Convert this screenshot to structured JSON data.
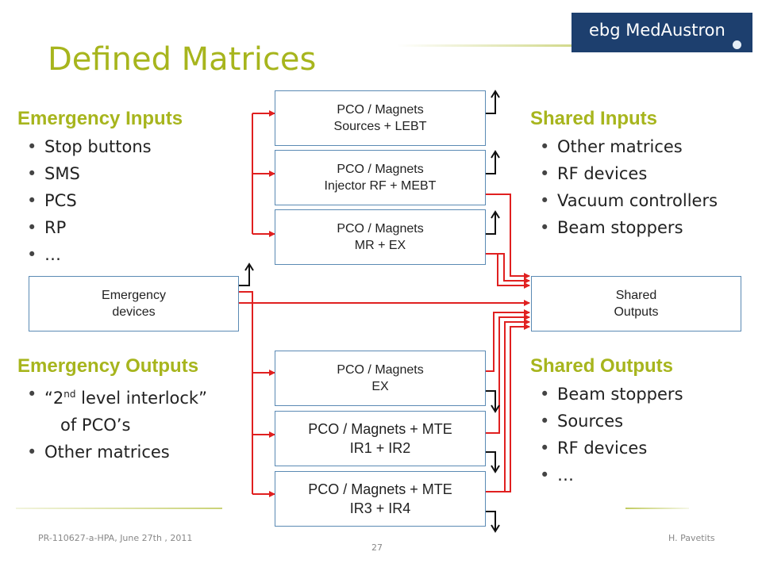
{
  "slide": {
    "title": "Defined Matrices",
    "logo_text": "ebg MedAustron"
  },
  "emergency_inputs": {
    "heading": "Emergency Inputs",
    "items": [
      "Stop buttons",
      "SMS",
      "PCS",
      "RP",
      "…"
    ]
  },
  "emergency_outputs": {
    "heading": "Emergency Outputs",
    "item1_pre": "“2",
    "item1_sup": "nd",
    "item1_post": " level interlock”",
    "item1_cont": "of PCO’s",
    "item2": "Other matrices"
  },
  "shared_inputs": {
    "heading": "Shared Inputs",
    "items": [
      "Other matrices",
      "RF devices",
      "Vacuum controllers",
      "Beam stoppers"
    ]
  },
  "shared_outputs": {
    "heading": "Shared Outputs",
    "items": [
      "Beam stoppers",
      "Sources",
      "RF devices",
      "…"
    ]
  },
  "boxes": {
    "emergency_devices": [
      "Emergency",
      "devices"
    ],
    "shared_outputs_box": [
      "Shared",
      "Outputs"
    ],
    "pco1": [
      "PCO / Magnets",
      "Sources + LEBT"
    ],
    "pco2": [
      "PCO / Magnets",
      "Injector RF + MEBT"
    ],
    "pco3": [
      "PCO / Magnets",
      "MR + EX"
    ],
    "pco4": [
      "PCO / Magnets",
      "EX"
    ],
    "pco5": [
      "PCO / Magnets + MTE",
      "IR1 + IR2"
    ],
    "pco6": [
      "PCO / Magnets + MTE",
      "IR3 + IR4"
    ]
  },
  "footer": {
    "left": "PR-110627-a-HPA, June 27th , 2011",
    "page": "27",
    "right": "H. Pavetits"
  },
  "colors": {
    "accent_green": "#a7b51d",
    "wire_red": "#e02020",
    "box_border": "#5b8ab4",
    "logo_blue": "#1d3f6e"
  }
}
